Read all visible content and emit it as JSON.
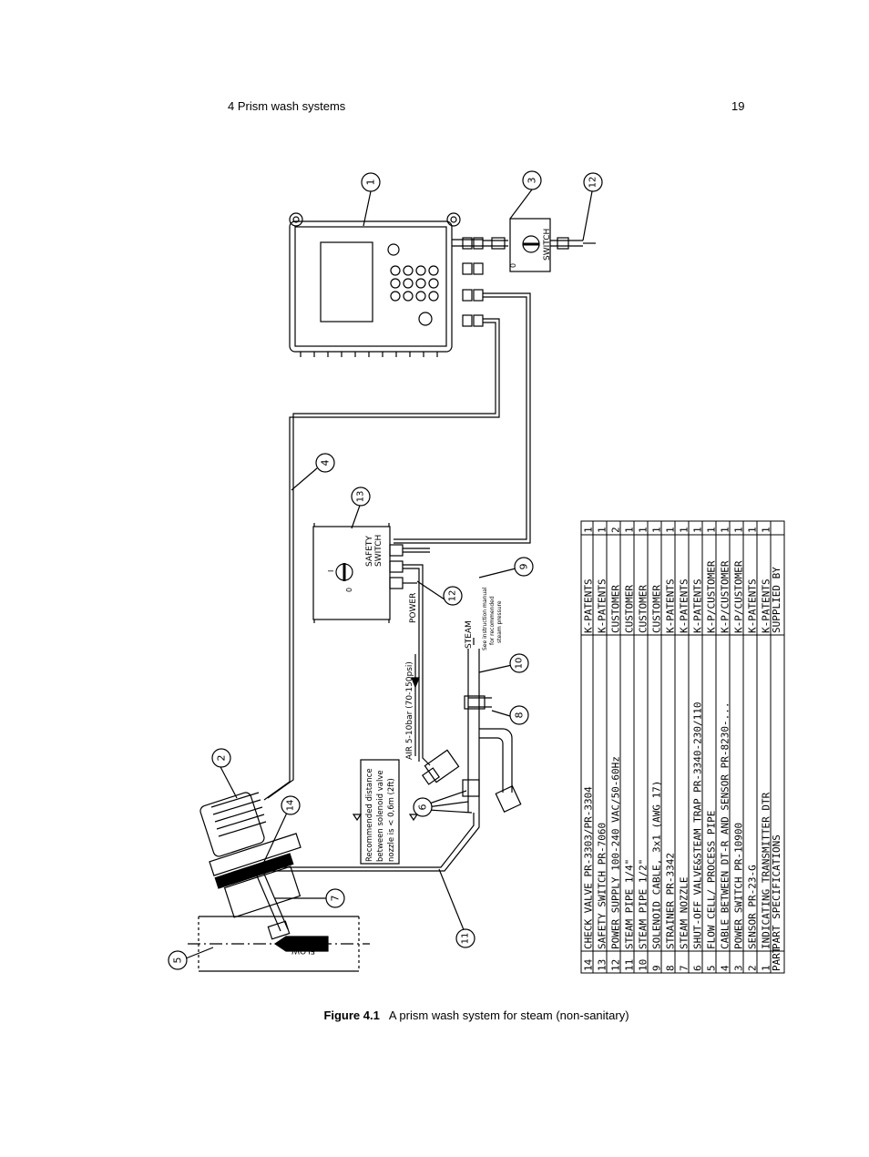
{
  "header": {
    "chapter": "4 Prism wash systems",
    "page": "19"
  },
  "caption": {
    "label": "Figure 4.1",
    "text": "A prism wash system for steam (non-sanitary)"
  },
  "callouts": [
    "1",
    "2",
    "3",
    "4",
    "5",
    "6",
    "7",
    "8",
    "9",
    "10",
    "11",
    "12",
    "13",
    "14"
  ],
  "labels": {
    "switch": "SWITCH",
    "safety_line1": "SAFETY",
    "safety_line2": "SWITCH",
    "power": "POWER",
    "steam": "STEAM",
    "steam_note1": "See instruction manual",
    "steam_note2": "for recommended",
    "steam_note3": "steam pressure",
    "air": "AIR 5-10bar (70-150psi)",
    "distance1": "Recommended distance",
    "distance2": "between solenoid valve",
    "distance3": "nozzle is < 0,6m (2ft)",
    "flow": "FLOW",
    "on": "I",
    "off": "0"
  },
  "parts_table": {
    "col_part_label": "PART",
    "col_spec_label": "PART SPECIFICATIONS",
    "col_supplied_label": "SUPPLIED BY",
    "rows": [
      {
        "part": "14",
        "spec": "CHECK VALVE PR-3303/PR-3304",
        "supplier": "K-PATENTS",
        "qty": "1"
      },
      {
        "part": "13",
        "spec": "SAFETY SWITCH PR-7060",
        "supplier": "K-PATENTS",
        "qty": "1"
      },
      {
        "part": "12",
        "spec": "POWER SUPPLY 100-240 VAC/50-60Hz",
        "supplier": "CUSTOMER",
        "qty": "2"
      },
      {
        "part": "11",
        "spec": "STEAM PIPE 1/4\"",
        "supplier": "CUSTOMER",
        "qty": "1"
      },
      {
        "part": "10",
        "spec": "STEAM PIPE 1/2\"",
        "supplier": "CUSTOMER",
        "qty": "1"
      },
      {
        "part": "9",
        "spec": "SOLENOID CABLE, 3x1 (AWG 17)",
        "supplier": "CUSTOMER",
        "qty": "1"
      },
      {
        "part": "8",
        "spec": "STRAINER PR-3342",
        "supplier": "K-PATENTS",
        "qty": "1"
      },
      {
        "part": "7",
        "spec": "STEAM NOZZLE",
        "supplier": "K-PATENTS",
        "qty": "1"
      },
      {
        "part": "6",
        "spec": "SHUT-OFF VALVE&STEAM TRAP PR-3340-230/110",
        "supplier": "K-PATENTS",
        "qty": "1"
      },
      {
        "part": "5",
        "spec": "FLOW CELL/ PROCESS PIPE",
        "supplier": "K-P/CUSTOMER",
        "qty": "1"
      },
      {
        "part": "4",
        "spec": "CABLE BETWEEN DT-R AND SENSOR PR-8230-...",
        "supplier": "K-P/CUSTOMER",
        "qty": "1"
      },
      {
        "part": "3",
        "spec": "POWER SWITCH PR-10900",
        "supplier": "K-P/CUSTOMER",
        "qty": "1"
      },
      {
        "part": "2",
        "spec": "SENSOR PR-23-G",
        "supplier": "K-PATENTS",
        "qty": "1"
      },
      {
        "part": "1",
        "spec": "INDICATING TRANSMITTER DTR",
        "supplier": "K-PATENTS",
        "qty": "1"
      }
    ]
  }
}
